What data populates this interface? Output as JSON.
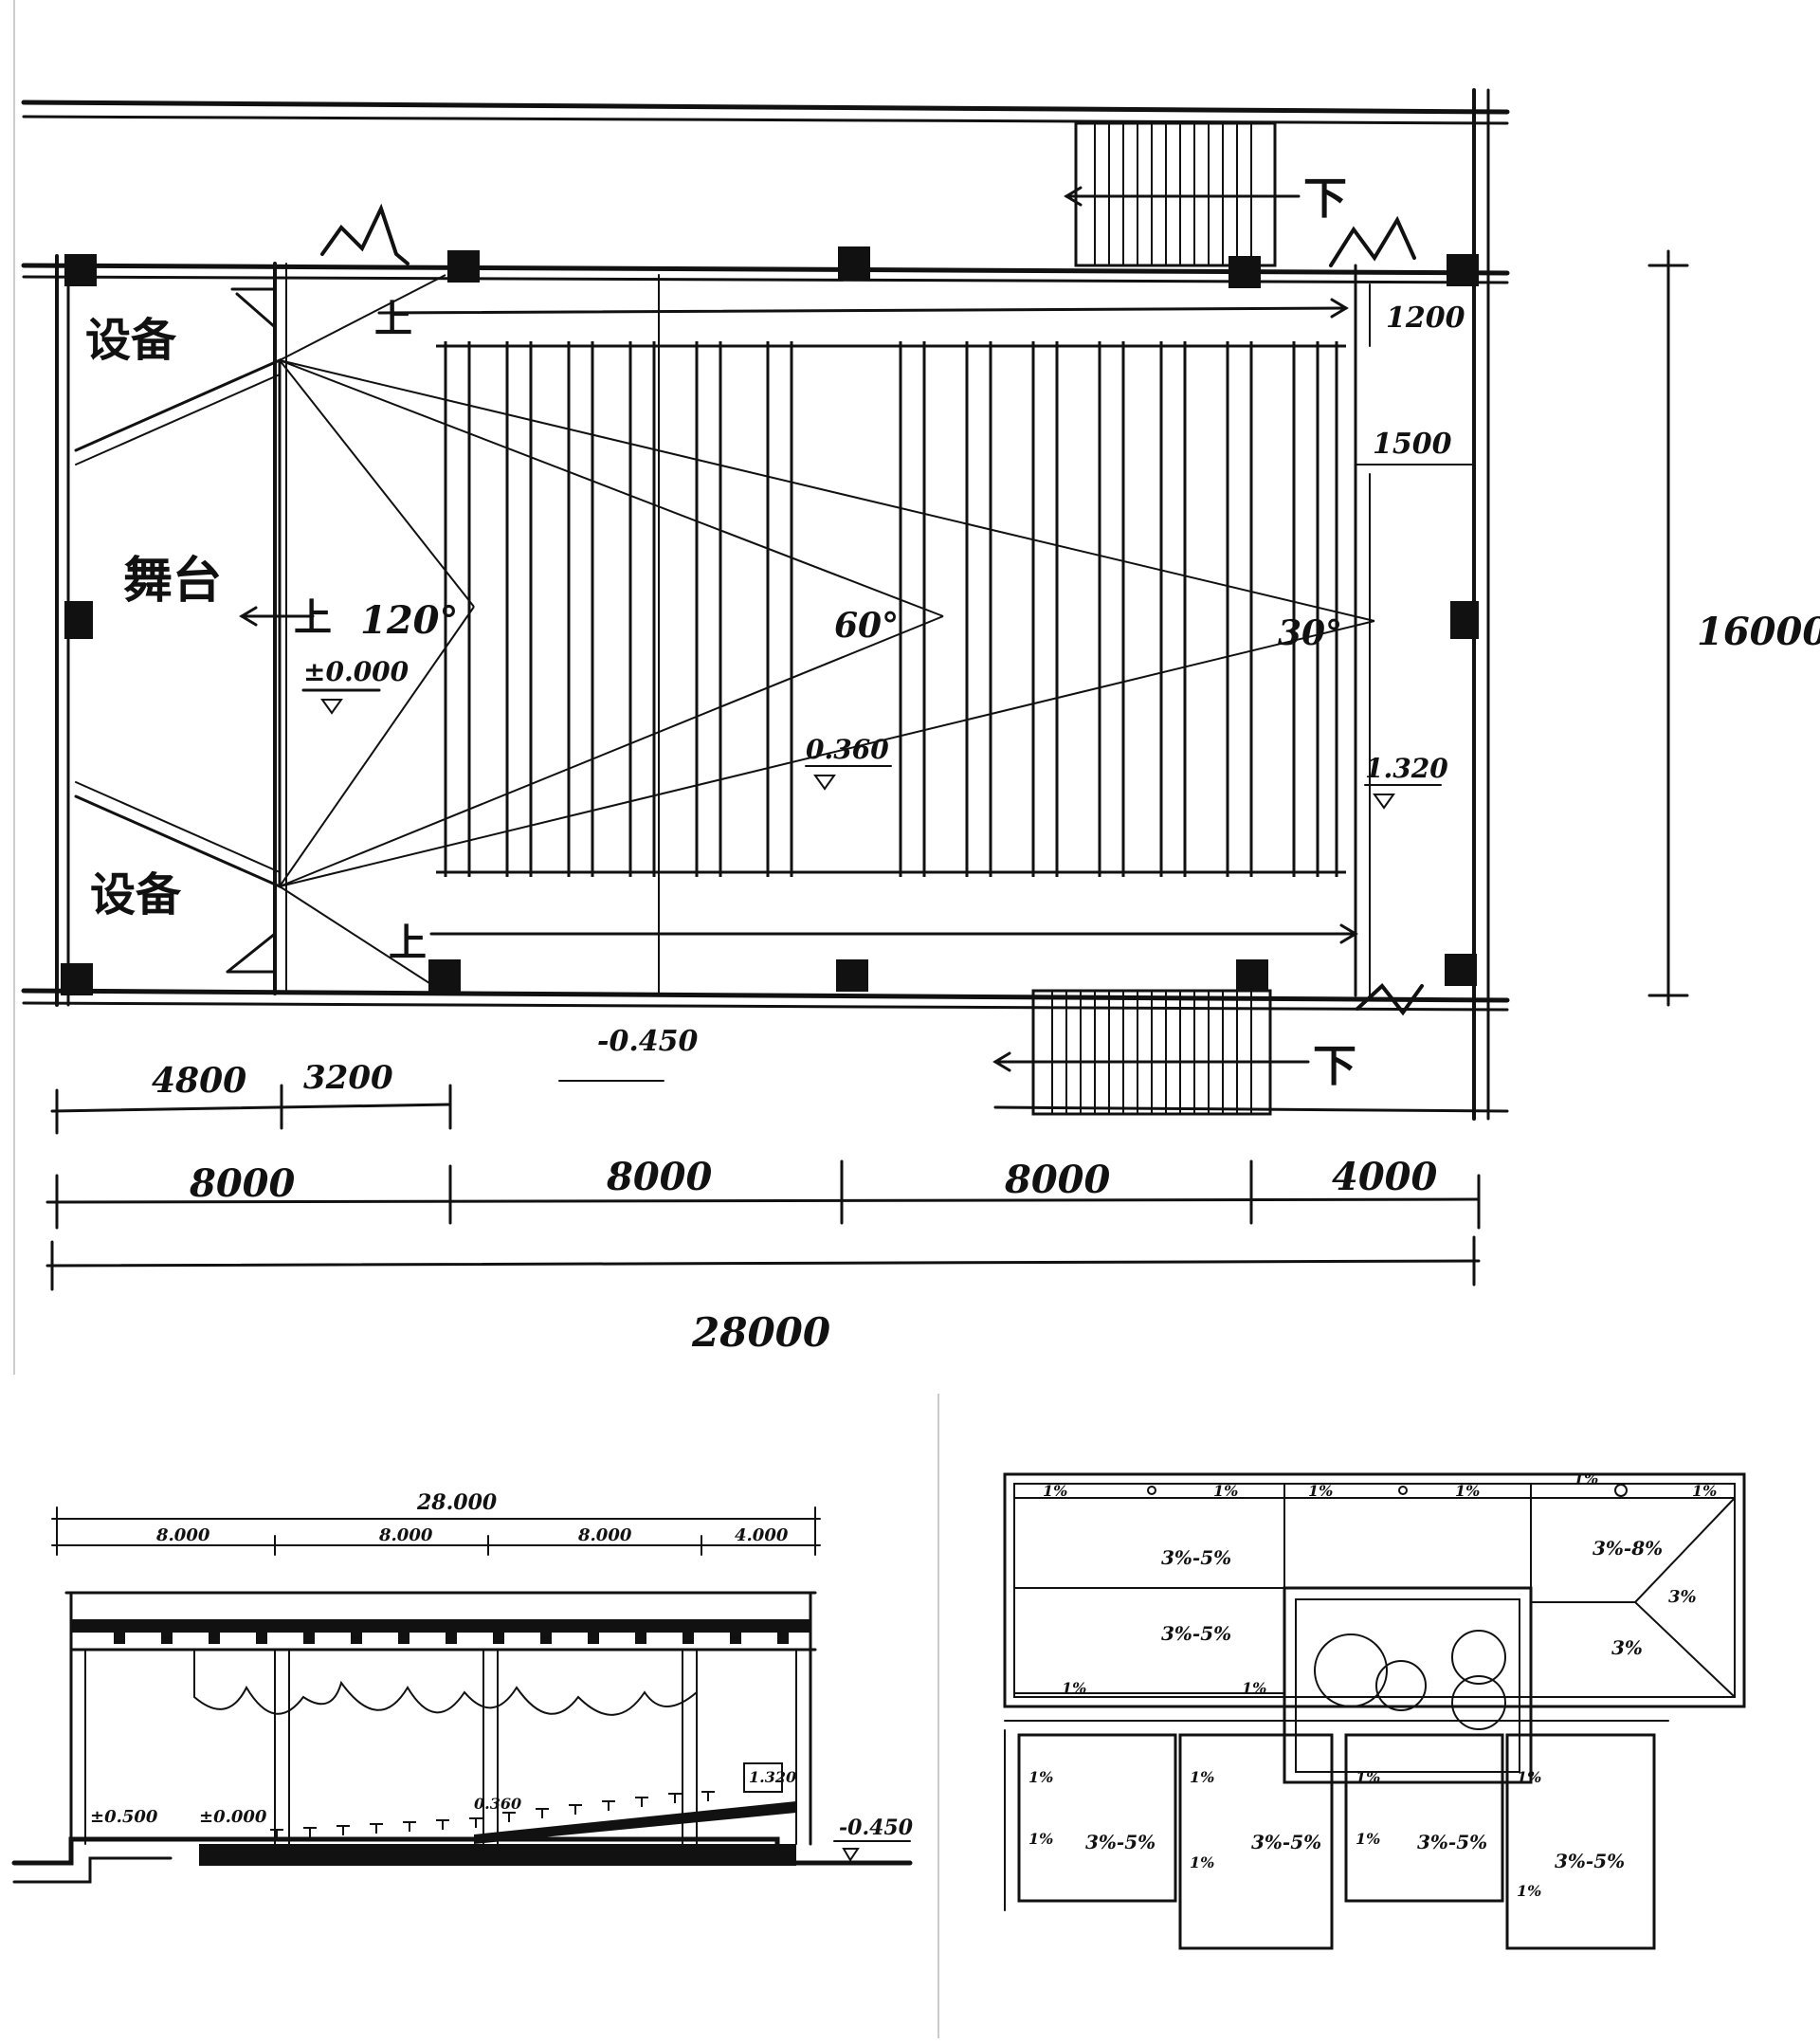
{
  "plan": {
    "labels": {
      "equipment_top": "设备",
      "stage": "舞台",
      "equipment_bottom": "设备",
      "up_top": "上",
      "up_bottom": "上",
      "up_left": "上",
      "down_top": "下",
      "down_bottom": "下"
    },
    "angles": {
      "a120": "120°",
      "a60": "60°",
      "a30": "30°"
    },
    "elevations": {
      "stage": "±0.000",
      "mid": "0.360",
      "right": "1.320",
      "outside": "-0.450"
    },
    "dims": {
      "d1200": "1200",
      "d1500": "1500",
      "d16000": "16000",
      "d4800": "4800",
      "d3200": "3200",
      "span1": "8000",
      "span2": "8000",
      "span3": "8000",
      "span4": "4000",
      "total": "28000"
    }
  },
  "section": {
    "total": "28.000",
    "spans": [
      "8.000",
      "8.000",
      "8.000",
      "4.000"
    ],
    "elevations": {
      "left": "±0.500",
      "stage": "±0.000",
      "mid": "0.360",
      "upper": "1.320",
      "outside": "-0.450"
    }
  },
  "roof": {
    "slopes": {
      "edge": "1%",
      "roof_range": "3%-5%",
      "roof_range_2": "3%-8%",
      "roof_3": "3%",
      "roof_1": "1%"
    }
  }
}
